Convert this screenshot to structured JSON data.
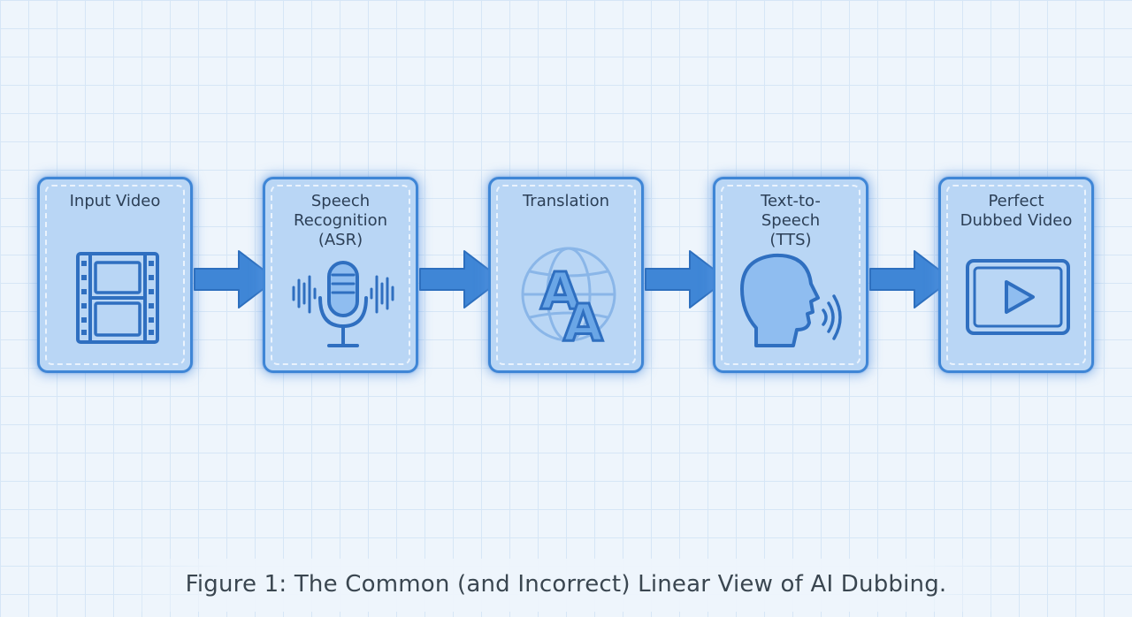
{
  "steps": [
    {
      "label": "Input Video",
      "icon": "film-strip-icon"
    },
    {
      "label": "Speech\nRecognition\n(ASR)",
      "icon": "microphone-icon"
    },
    {
      "label": "Translation",
      "icon": "translate-globe-icon"
    },
    {
      "label": "Text-to-\nSpeech\n(TTS)",
      "icon": "speaking-head-icon"
    },
    {
      "label": "Perfect\nDubbed Video",
      "icon": "play-screen-icon"
    }
  ],
  "icon_glyphs": {
    "translate": [
      "A",
      "A"
    ]
  },
  "caption": "Figure 1: The Common (and Incorrect) Linear View of AI Dubbing.",
  "colors": {
    "card_fill": "#b9d6f5",
    "card_border": "#3f86d6",
    "arrow": "#3f86d6",
    "icon": "#2f6fc0"
  }
}
